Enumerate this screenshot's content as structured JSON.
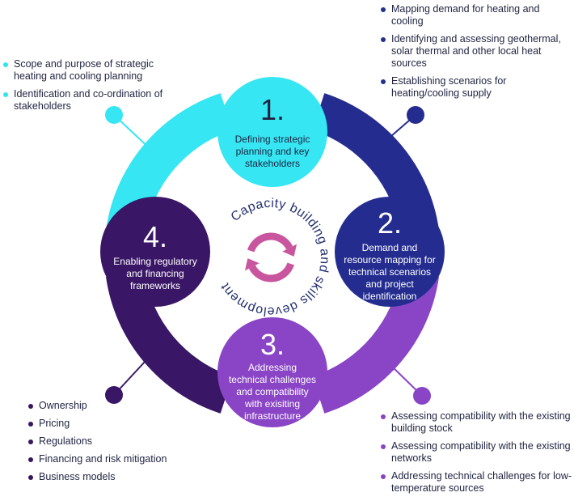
{
  "colors": {
    "step1": "#36e6f2",
    "step2": "#242d8f",
    "step3": "#8a45c6",
    "step4": "#3a1766",
    "cycle_arrow": "#c8559e",
    "text_dark": "#1f2340"
  },
  "center": {
    "label": "Capacity building and skills development",
    "icon": "cycle-arrows-icon"
  },
  "steps": [
    {
      "number": "1.",
      "lines": [
        "Defining strategic",
        "planning and key",
        "stakeholders"
      ]
    },
    {
      "number": "2.",
      "lines": [
        "Demand and",
        "resource mapping for",
        "technical scenarios",
        "and project",
        "identification"
      ]
    },
    {
      "number": "3.",
      "lines": [
        "Addressing",
        "technical challenges",
        "and  compatibility",
        "with exisiting",
        "infrastructure"
      ]
    },
    {
      "number": "4.",
      "lines": [
        "Enabling regulatory",
        "and financing",
        "frameworks"
      ]
    }
  ],
  "lists": {
    "step1": [
      "Scope and purpose of strategic heating and cooling planning",
      "Identification and co-ordination of stakeholders"
    ],
    "step2": [
      "Mapping demand for heating and cooling",
      "Identifying and assessing geothermal, solar thermal and other local heat sources",
      "Establishing scenarios for heating/cooling supply"
    ],
    "step3": [
      "Assessing compatibility with the existing building stock",
      "Assessing compatibility with the existing networks",
      "Addressing technical challenges for low-temperature sources"
    ],
    "step4": [
      "Ownership",
      "Pricing",
      "Regulations",
      "Financing and risk mitigation",
      "Business models"
    ]
  }
}
